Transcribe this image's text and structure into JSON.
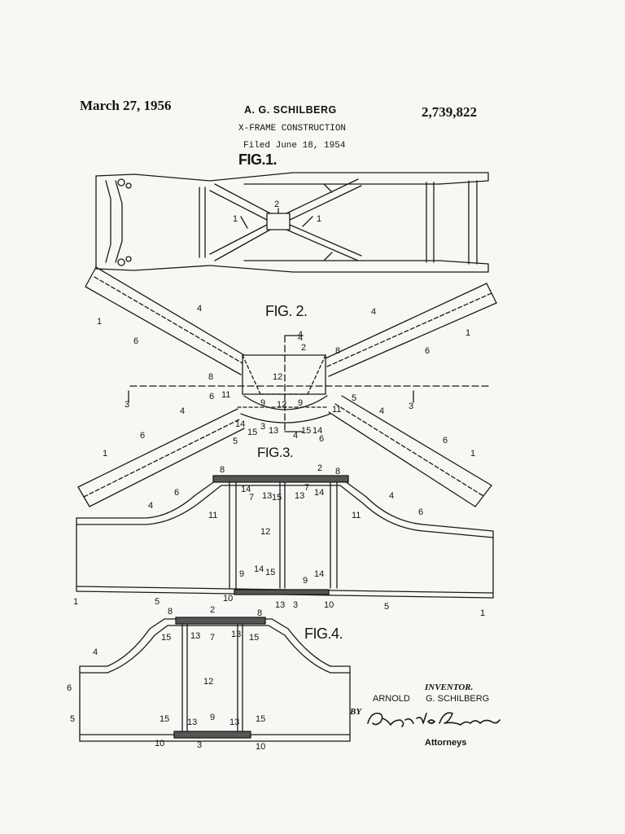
{
  "header": {
    "date": "March 27, 1956",
    "inventor_short": "A. G. SCHILBERG",
    "patent_number": "2,739,822",
    "title": "X-FRAME CONSTRUCTION",
    "filed": "Filed June 18, 1954"
  },
  "figures": {
    "fig1": "FIG.1.",
    "fig2": "FIG. 2.",
    "fig3": "FIG.3.",
    "fig4": "FIG.4."
  },
  "signature": {
    "heading": "INVENTOR.",
    "first_name": "ARNOLD",
    "last_name": "G. SCHILBERG",
    "by": "BY",
    "signer": "Andrus & Sceales",
    "role": "Attorneys"
  },
  "labels": {
    "fig1": [
      "1",
      "2",
      "1"
    ],
    "fig2": [
      "1",
      "4",
      "6",
      "4",
      "1",
      "6",
      "4",
      "2",
      "8",
      "8",
      "12",
      "11",
      "9",
      "9",
      "12",
      "11",
      "5",
      "4",
      "6",
      "4",
      "6",
      "3",
      "14",
      "15",
      "13",
      "15",
      "14",
      "5",
      "6",
      "1",
      "6",
      "1",
      "3",
      "3",
      "4",
      "4"
    ],
    "fig3": [
      "8",
      "2",
      "8",
      "14",
      "7",
      "13",
      "15",
      "13",
      "7",
      "14",
      "6",
      "4",
      "11",
      "11",
      "12",
      "6",
      "4",
      "14",
      "15",
      "9",
      "9",
      "14",
      "10",
      "13",
      "3",
      "10",
      "1",
      "5",
      "5",
      "1"
    ],
    "fig4": [
      "8",
      "2",
      "8",
      "15",
      "13",
      "7",
      "13",
      "15",
      "4",
      "12",
      "6",
      "5",
      "15",
      "13",
      "9",
      "13",
      "15",
      "10",
      "3",
      "10"
    ]
  },
  "icons": {
    "signature": "handwritten-signature-icon"
  }
}
